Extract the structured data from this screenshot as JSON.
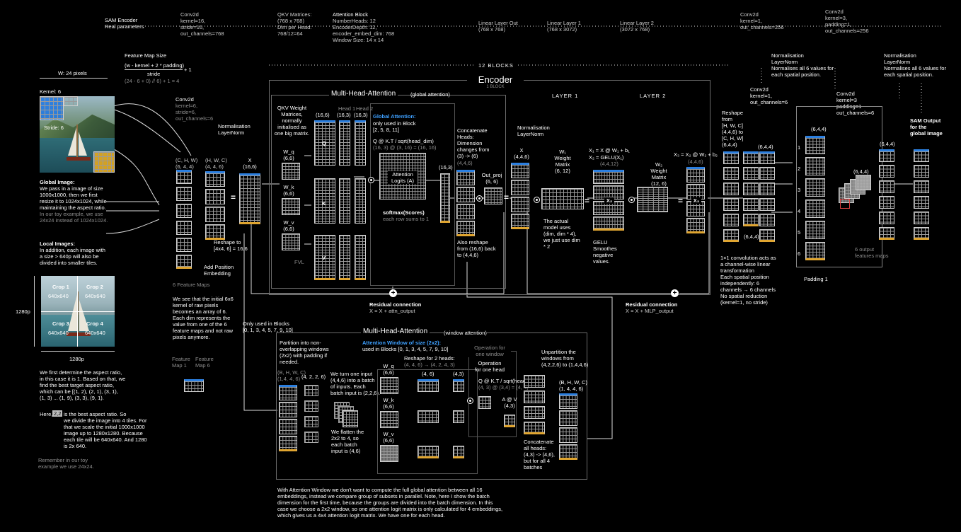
{
  "header": {
    "sam_encoder": "SAM Encoder\nReal parameters",
    "conv2d_1": "Conv2d\nkernel=16,\nstride=16,\nout_channels=768",
    "qkv": "QKV Matrices:\n(768 x 768)\nDim per Head:\n768/12=64",
    "attn_block_title": "Attention Block",
    "attn_block_body": "NumberHeads: 12\nEncoderDepth: 12,\nencoder_embed_dim: 768\nWindow Size: 14 x 14",
    "linear_out": "Linear Layer Out\n(768 x 768)",
    "linear1": "Linear Layer 1\n(768 x 3072)",
    "linear2": "Linear Layer 2\n(3072 x 768)",
    "conv2d_2": "Conv2d\nkernel=1,\nout_channels=256",
    "conv2d_3": "Conv2d\nkernel=3,\npadding=1,\nout_channels=256",
    "blocks": "12 BLOCKS"
  },
  "left": {
    "fms_title": "Feature Map Size",
    "fms_formula_top": "(w - kernel + 2 * padding)",
    "fms_formula_bottom": "stride",
    "fms_plus": "+ 1",
    "fms_calc": "(24 - 6 + 0) // 6) + 1 = 4",
    "width": "W: 24 pixels",
    "kernel": "Kernel: 6",
    "stride": "Stride: 6",
    "global_title": "Global Image:",
    "global_body": "We pass in a image of size\n1000x1000, then we first\nresize it to 1024x1024, while\nmaintaining  the aspect ratio.",
    "global_note": "In our toy example, we use\n24x24 instead of 1024x1024.",
    "local_title": "Local Images:",
    "local_body": "In addition, each image with\na size > 640p will also be\ndivided into smaller tiles.",
    "crop1": "Crop 1",
    "crop2": "Crop 2",
    "crop3": "Crop 3",
    "crop4": "Crop 4",
    "crop_size": "640x640",
    "h1280": "1280p",
    "w1280": "1280p",
    "aspect_1": "We first determine the aspect ratio,\nin this case it is 1. Based on that, we\nfind the best target aspect ratio,\nwhich can be [(1, 2), (2, 1), (3, 1),\n(1, 3) ... (1, 9), (3, 3), (9, 1).",
    "aspect_2a": "Here,",
    "aspect_2b": "2,2",
    "aspect_2c": "is the best aspect ratio. So\nwe divide the image into 4 tiles. For\nthat we scale the initial 1000x1000\nimage up to 1280x1280. Because\neach tile will be 640x640. And 1280\nis 2x 640.",
    "remember": "Remember in our toy\nexample we use 24x24."
  },
  "conv_col": {
    "title": "Conv2d",
    "body": "kernel=6,\nstride=6,\nout_channels=6",
    "shape1": "(C, H, W)\n(6, 4, 4)",
    "shape2": "(H, W, C)\n(4, 4, 6)",
    "six_fm": "6 Feature Maps",
    "norm": "Normalisation\nLayerNorm",
    "reshape": "Reshape to\n[4x4, 6] = 16,6",
    "add_pos": "Add Position\nEmbedding",
    "x_label": "X\n(16,6)",
    "initial": "We see that the initial 6x6\nkernel of raw pixels\nbecomes an array of 6.\nEach dim represents the\nvalue from one of the 6\nfeature maps and not raw\npixels anymore.",
    "fm1": "Feature\nMap 1",
    "fm6": "Feature\nMap 6"
  },
  "encoder": {
    "title": "Encoder",
    "sub": "1 BLOCK",
    "mha_title": "Multi-Head-Attention",
    "mha_sub": "(global attention)",
    "qkv_weights": "QKV Weight\nMatrices,\nnormally\ninitialised as\none big matrix.",
    "wq": "W_q\n(6,6)",
    "wk": "W_k\n(6,6)",
    "wv": "W_v\n(6,6)",
    "q": "Q",
    "k": "K",
    "v": "V",
    "s166": "(16,6)",
    "head1": "Head 1",
    "head2": "Head 2",
    "s163a": "(16,3)",
    "s163b": "(16,3)",
    "global_attn_title": "Global Attention:",
    "global_attn_body": "only used in Block\n[2, 5, 8, 11]",
    "qk_formula": "Q @ K.T / sqrt(head_dim)",
    "qk_dims": "(16, 3) @ (3, 16) = (16, 16)",
    "logits": "Attention\nLogits (A)",
    "softmax": "softmax(Scores)",
    "softmax_sub": "each row sums to 1",
    "fvl": "FVL",
    "s163c": "(16,3)",
    "concat": "Concatenate\nHeads:\nDimension\nchanges from\n(3) -> (6)",
    "concat_shape": "(4,4,6)",
    "out_proj": "Out_proj\n(6, 6)",
    "also_reshape": "Also reshape\nfrom (16,6) back\nto (4,4,6)",
    "residual1": "Residual connection",
    "residual1_f": "X = X + attn_output",
    "layer1": "LAYER 1",
    "layer2": "LAYER 2",
    "norm2": "Normalisation\nLayerNorm",
    "x446": "X\n(4,4,6)",
    "w1": "W₁\nWeight\nMatrix\n(6, 12)",
    "x1": "X₁ = X @ W₁ + b₁",
    "x2": "X₂ = GELU(X₁)",
    "x4412": "(4,4,12)",
    "x2label": "X₂",
    "w2": "W₂\nWeight\nMatrix\n(12, 6)",
    "x3f": "X₃ = X₂ @ W₂ + b₂",
    "x3s": "(4,4,6)",
    "x3label": "X₃",
    "actual": "The actual\nmodel uses\n(dim, dim * 4),\nwe just use dim\n* 2",
    "gelu": "GELU\nSmoothes\nnegative\nvalues.",
    "residual2": "Residual connection",
    "residual2_f": "X = X + MLP_output"
  },
  "window": {
    "only_used": "Only used in Blocks\n[0, 1, 3, 4, 5, 7, 9, 10]",
    "title": "Multi-Head-Attention",
    "sub": "(window attention)",
    "aw_title": "Attention Window of size (2x2):",
    "aw_body": "used in Blocks [0, 1, 3, 4, 5, 7, 9, 10]",
    "partition": "Partition into non-\noverlapping windows\n(2x2) with padding if\nneeded.",
    "bhwc": "(B, H, W, C)\n(1,4, 4, 6)",
    "s4226": "(4, 2, 2, 6)",
    "turn": "We turn one input\n(4,4,6) into a batch\nof inputs. Each\nbatch input is (2,2,6).",
    "flatten": "We flatten the\n2x2 to 4, so\neach batch\ninput is (4,6)",
    "reshape2": "Reshape for 2 heads:",
    "reshape2_sub": "(4, 4, 6) → (4, 2, 4, 3)",
    "op_window": "Operation for\none window",
    "op_head": "Operation\nfor one head",
    "wq": "W_q\n(6,6)",
    "wk": "W_k\n(6,6)",
    "wv": "W_v\n(6,6)",
    "s46": "(4, 6)",
    "s43": "(4,3)",
    "qk": "Q @ K.T / sqrt(head_dim)",
    "qk_dims": "(4, 3) @ (3,4) = (4, 4)",
    "av": "A @ V\n(4,3)",
    "concat": "Concatenate\nall heads:\n(4,3) -> (4,6),\nbut for all 4\nbatches",
    "unpartition": "Unpartition the\nwindows from\n(4,2,2,6) to (1,4,4,6)",
    "bhwc2": "(B, H, W, C)\n(1, 4, 4, 6)",
    "bottom_note": "With Attention Window we don't want to compute the full global attention between all 16\nembeddings, instead we compare group of subsets in parallel. Note, here I show the batch\ndimension for the first time, because the groups are divided into the batch dimension. In this\ncase we choose a 2x2 window, so one attention logit matrix is only calculated for 4 embeddings,\nwhich gives us a 4x4 attention logit matrix. We have one for each head."
  },
  "right": {
    "norm1": "Normalisation\nLayerNorm\nNormalises all 6 values for\neach spatial position.",
    "norm2": "Normalisation\nLayerNorm\nNormalises all 6 values for\neach spatial position.",
    "conv_a": "Conv2d\nkernel=1,\nout_channels=6",
    "conv_b": "Conv2d\nkernel=3\npadding=1\nout_channels=6",
    "reshape": "Reshape\nfrom\n[H, W, C]\n(4,4,6) to\n[C, H, W]\n(6,4,4)",
    "s644": "(6,4,4)",
    "s644b": "(6,4,4)",
    "s644c": "(6,4,4)",
    "s644d": "(6,4,4)",
    "s644e": "(6,4,4)",
    "conv1x1": "1×1 convolution acts as\na channel-wise linear\ntransformation\nEach spatial position\nindependently: 6\nchannels → 6 channels\nNo spatial reduction\n(kernel=1, no stride)",
    "padding1": "Padding 1",
    "six_out": "6 output\nfeatures maps",
    "sam_output": "SAM Output\nfor the\nglobal Image",
    "nums": [
      "1",
      "2",
      "3",
      "4",
      "5",
      "6"
    ]
  },
  "colors": {
    "background": "#000000",
    "accent_blue": "#2b7fe0",
    "accent_yellow": "#e0a530",
    "highlight_blue": "#3ea0ff"
  }
}
